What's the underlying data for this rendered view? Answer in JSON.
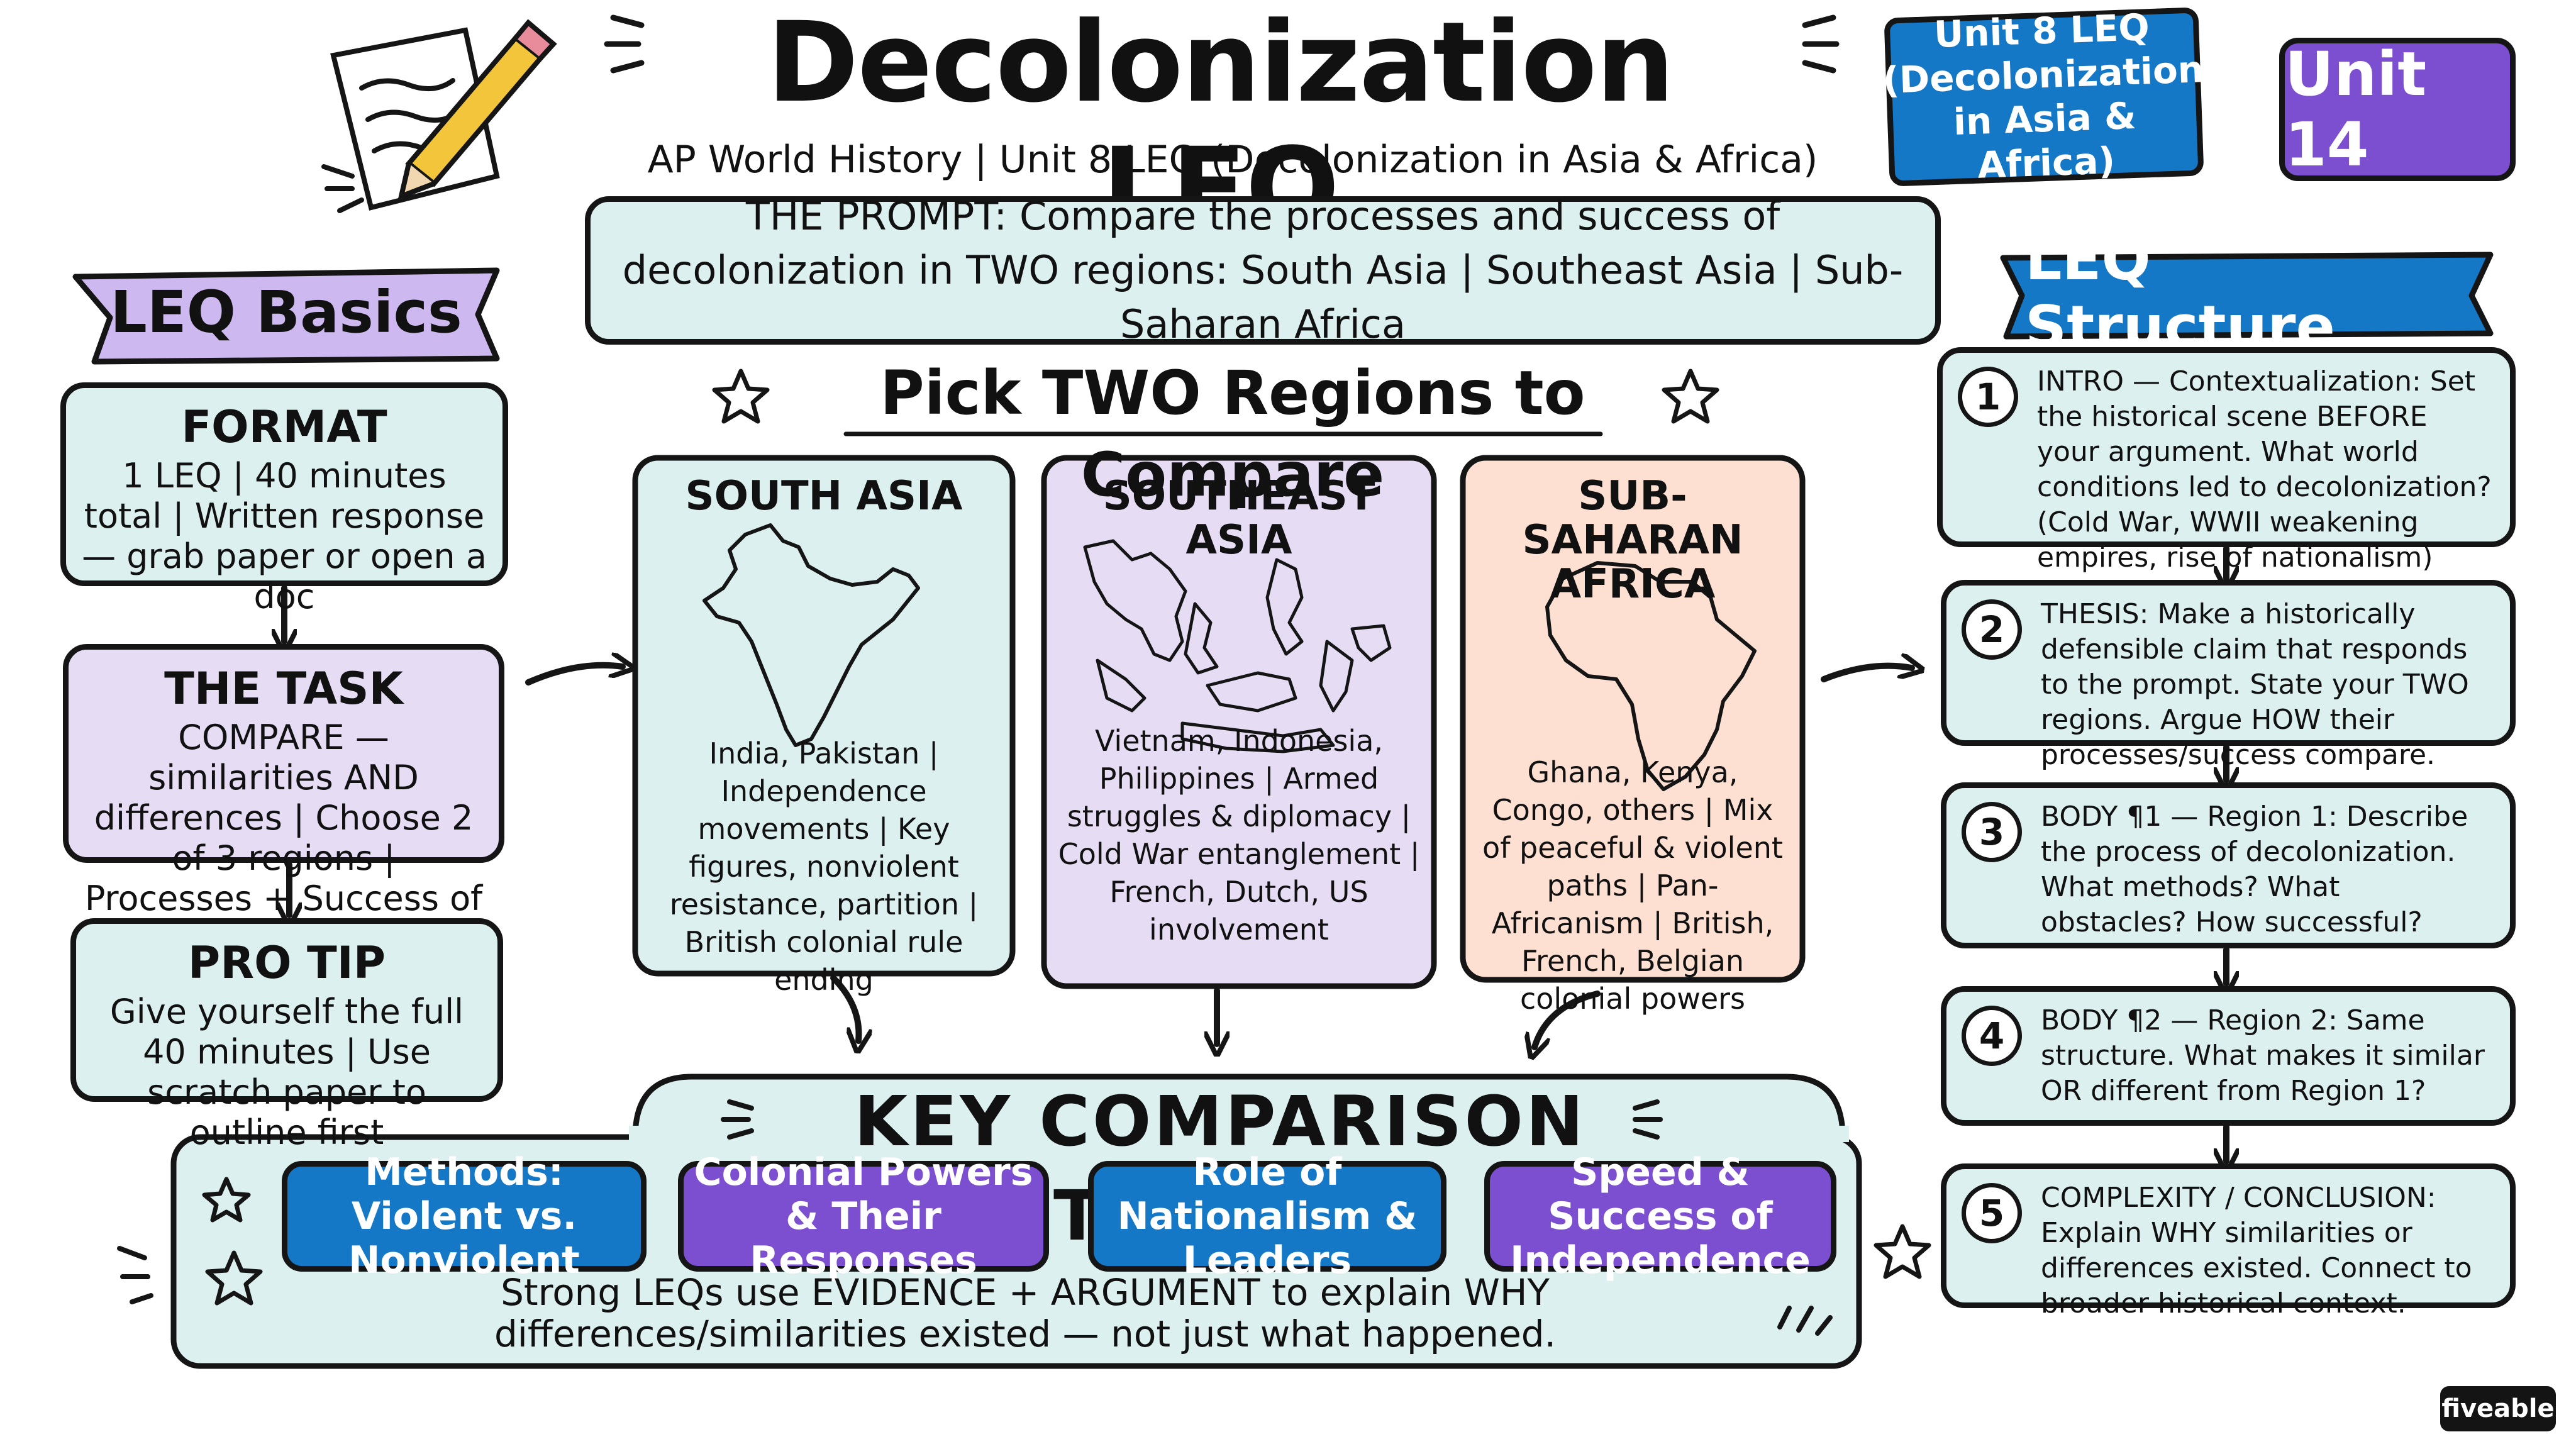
{
  "title": "Decolonization LEQ",
  "subtitle": "AP World History | Unit 8 LEQ (Decolonization in Asia & Africa)",
  "badges": {
    "unit8": "Unit 8 LEQ (Decolonization in Asia & Africa)",
    "unit14": "Unit 14"
  },
  "prompt": "THE PROMPT: Compare the processes and success of decolonization in TWO regions: South Asia | Southeast Asia | Sub-Saharan Africa",
  "basics": {
    "ribbon": "LEQ Basics",
    "format": {
      "title": "FORMAT",
      "text": "1 LEQ | 40 minutes total | Written response — grab paper or open a doc"
    },
    "task": {
      "title": "THE TASK",
      "text": "COMPARE — similarities AND differences | Choose 2 of 3 regions | Processes + Success of decolonization"
    },
    "protip": {
      "title": "PRO TIP",
      "text": "Give yourself the full 40 minutes | Use scratch paper to outline first"
    }
  },
  "pick_heading": "Pick TWO Regions to Compare",
  "regions": [
    {
      "title": "SOUTH ASIA",
      "text": "India, Pakistan | Independence movements | Key figures, nonviolent resistance, partition | British colonial rule ending"
    },
    {
      "title": "SOUTHEAST ASIA",
      "text": "Vietnam, Indonesia, Philippines | Armed struggles & diplomacy | Cold War entanglement | French, Dutch, US involvement"
    },
    {
      "title": "SUB-SAHARAN AFRICA",
      "text": "Ghana, Kenya, Congo, others | Mix of peaceful & violent paths | Pan-Africanism | British, French, Belgian colonial powers"
    }
  ],
  "structure": {
    "ribbon": "LEQ Structure",
    "steps": [
      {
        "num": "1",
        "text": "INTRO — Contextualization: Set the historical scene BEFORE your argument. What world conditions led to decolonization? (Cold War, WWII weakening empires, rise of nationalism)"
      },
      {
        "num": "2",
        "text": "THESIS: Make a historically defensible claim that responds to the prompt. State your TWO regions. Argue HOW their processes/success compare."
      },
      {
        "num": "3",
        "text": "BODY ¶1 — Region 1: Describe the process of decolonization. What methods? What obstacles? How successful?"
      },
      {
        "num": "4",
        "text": "BODY ¶2 — Region 2: Same structure. What makes it similar OR different from Region 1?"
      },
      {
        "num": "5",
        "text": "COMPLEXITY / CONCLUSION: Explain WHY similarities or differences existed. Connect to broader historical context."
      }
    ]
  },
  "themes": {
    "heading": "KEY COMPARISON THEMES",
    "items": [
      "Methods: Violent vs. Nonviolent",
      "Colonial Powers & Their Responses",
      "Role of Nationalism & Leaders",
      "Speed & Success of Independence"
    ],
    "note": "Strong LEQs use EVIDENCE + ARGUMENT to explain WHY differences/similarities existed — not just what happened."
  },
  "logo": "fiveable",
  "colors": {
    "blue": "#1478c6",
    "purple": "#7c4fd0",
    "teal_fill": "#dcf0f0",
    "lavender_fill": "#e6ddf5",
    "peach_fill": "#fde0d2"
  }
}
